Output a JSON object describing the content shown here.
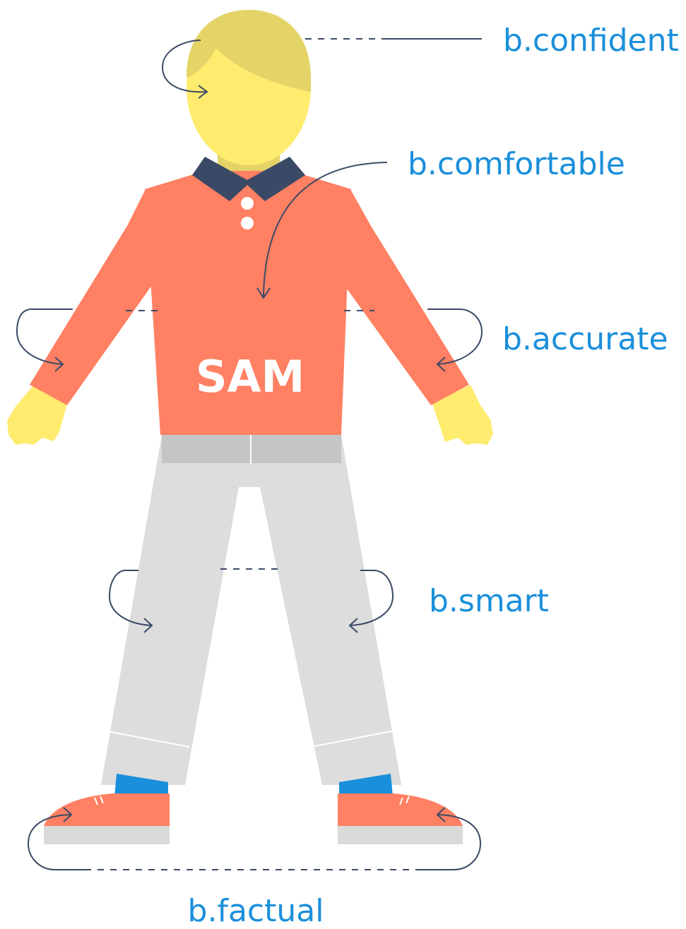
{
  "figure": {
    "shirt_name": "SAM",
    "labels": {
      "confident": "b.confident",
      "comfortable": "b.comfortable",
      "accurate": "b.accurate",
      "smart": "b.smart",
      "factual": "b.factual"
    }
  },
  "colors": {
    "skin": "#FFEB6E",
    "hair": "#E4D468",
    "neck": "#E4D468",
    "collar": "#3A4A66",
    "shirt": "#FF8062",
    "pants": "#DDDDDD",
    "belt": "#C5C5C5",
    "socks": "#1A8FDB",
    "shoes": "#FF8062",
    "soles": "#DADADA",
    "label_text": "#1A8FDB",
    "leader_line": "#3A4A66",
    "white": "#FFFFFF"
  }
}
